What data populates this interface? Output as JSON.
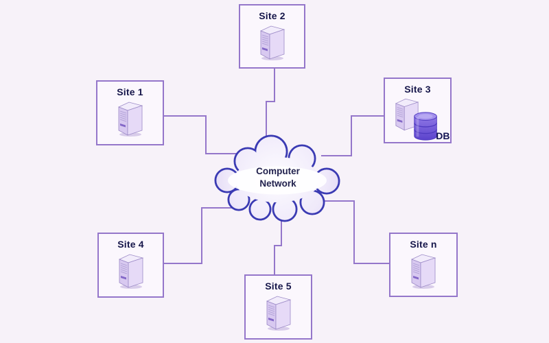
{
  "diagram": {
    "description": "Sites connected to a computer network cloud",
    "background_color": "#f7f2f9",
    "connector_color": "#9476ca",
    "box_border_color": "#9476ca",
    "label_text_color": "#16164a"
  },
  "cloud": {
    "label_line1": "Computer",
    "label_line2": "Network",
    "border_color": "#3b3bb3",
    "fill_color": "#ece5f8"
  },
  "sites": [
    {
      "label": "Site 1",
      "icon": "server-icon"
    },
    {
      "label": "Site 2",
      "icon": "server-icon"
    },
    {
      "label": "Site 3",
      "icon": "server-icon database-icon",
      "db_label": "DB"
    },
    {
      "label": "Site 4",
      "icon": "server-icon"
    },
    {
      "label": "Site 5",
      "icon": "server-icon"
    },
    {
      "label": "Site n",
      "icon": "server-icon"
    }
  ]
}
